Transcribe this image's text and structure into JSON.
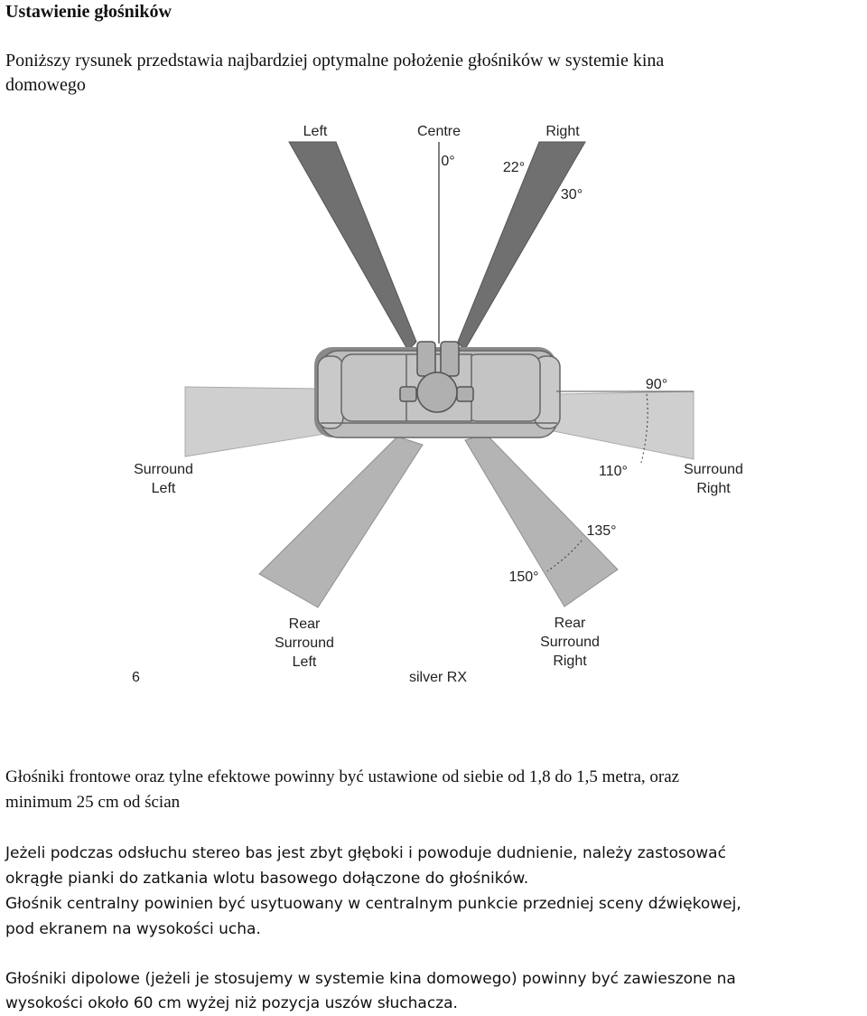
{
  "heading": "Ustawienie głośników",
  "intro": {
    "line1": "Poniższy rysunek przedstawia najbardziej optymalne położenie głośników w systemie kina",
    "line2": "domowego"
  },
  "diagram": {
    "labels": {
      "left": "Left",
      "centre": "Centre",
      "right": "Right",
      "surround_left_1": "Surround",
      "surround_left_2": "Left",
      "surround_right_1": "Surround",
      "surround_right_2": "Right",
      "rear_left_1": "Rear",
      "rear_left_2": "Surround",
      "rear_left_3": "Left",
      "rear_right_1": "Rear",
      "rear_right_2": "Surround",
      "rear_right_3": "Right"
    },
    "angles": {
      "a0": "0°",
      "a22": "22°",
      "a30": "30°",
      "a90": "90°",
      "a110": "110°",
      "a135": "135°",
      "a150": "150°"
    },
    "page_number": "6",
    "product": "silver RX",
    "colors": {
      "front_beam": "#707070",
      "side_beam": "#cfcfcf",
      "rear_beam": "#b4b4b4",
      "sofa_fill": "#bdbdbd",
      "sofa_shadow": "#8a8a8a"
    }
  },
  "paragraph1": {
    "line1": "Głośniki frontowe oraz  tylne efektowe powinny być ustawione od siebie od 1,8 do 1,5 metra, oraz",
    "line2": "minimum 25 cm od ścian"
  },
  "paragraph2": {
    "line1": "Jeżeli podczas odsłuchu stereo bas jest zbyt głęboki i powoduje dudnienie, należy zastosować",
    "line2": "okrągłe pianki do zatkania wlotu basowego dołączone do głośników.",
    "line3": "Głośnik centralny powinien być usytuowany w centralnym punkcie przedniej sceny dźwiękowej,",
    "line4": "pod ekranem na wysokości ucha."
  },
  "paragraph3": {
    "line1": "Głośniki dipolowe (jeżeli je stosujemy w systemie kina domowego) powinny być zawieszone na",
    "line2": "wysokości około 60 cm wyżej niż pozycja uszów słuchacza."
  }
}
